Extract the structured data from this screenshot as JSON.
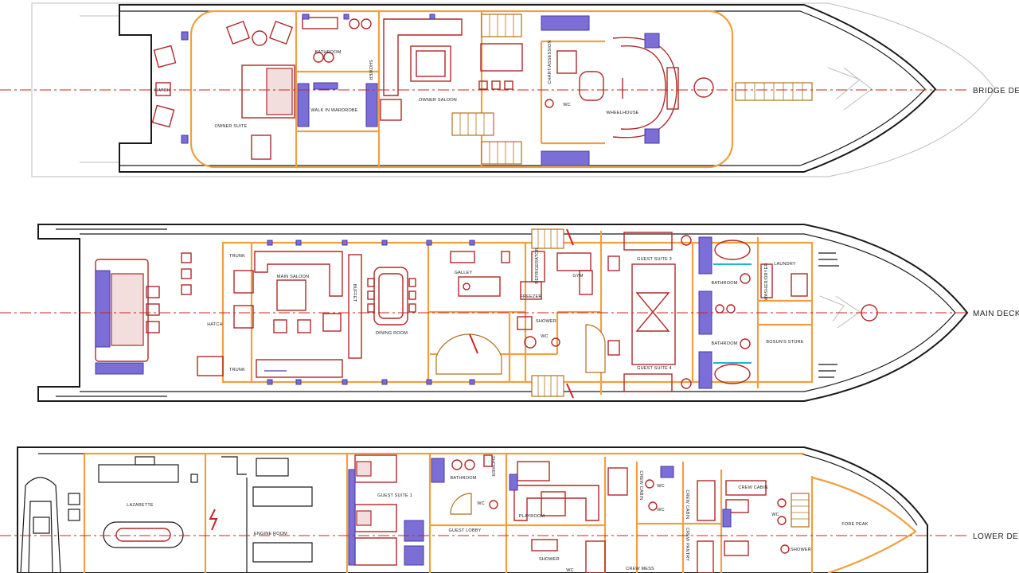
{
  "decks": [
    {
      "label": "BRIDGE DECK",
      "rooms": [
        "BATHROOM",
        "SHOWER",
        "WALK IN WARDROBE",
        "OWNER SUITE",
        "HATCH",
        "OWNER SALOON",
        "CHART/ASSESSION",
        "WC",
        "WHEELHOUSE"
      ]
    },
    {
      "label": "MAIN DECK",
      "rooms": [
        "TRUNK",
        "MAIN SALOON",
        "BUFFET",
        "DINING ROOM",
        "GALLEY",
        "REFRIGERATOR",
        "FREEZER",
        "GYM",
        "SHOWER",
        "WC",
        "GUEST SUITE 3",
        "BATHROOM",
        "LAUNDRY",
        "WASHER/DRYER",
        "HATCH",
        "TRUNK",
        "GUEST SUITE 4",
        "BATHROOM",
        "BOSUN'S STORE"
      ]
    },
    {
      "label": "LOWER DECK",
      "rooms": [
        "LAZARETTE",
        "ENGINE ROOM",
        "GUEST SUITE 1",
        "BATHROOM",
        "SHOWER",
        "WC",
        "GUEST LOBBY",
        "PLAYROOM",
        "CREW CABIN",
        "WC",
        "CREW CABIN",
        "WC",
        "CREW PANTRY",
        "CREW MESS",
        "SHOWER",
        "WC",
        "CREW CABIN",
        "WC",
        "FORE PEAK",
        "SHOWER"
      ]
    }
  ],
  "colors": {
    "hull": "#1a1a1a",
    "walls": "#f0a040",
    "furniture": "#b02828",
    "fixtures": "#7b6ed6",
    "centerline": "#d02020",
    "glass": "#22b5c9"
  }
}
